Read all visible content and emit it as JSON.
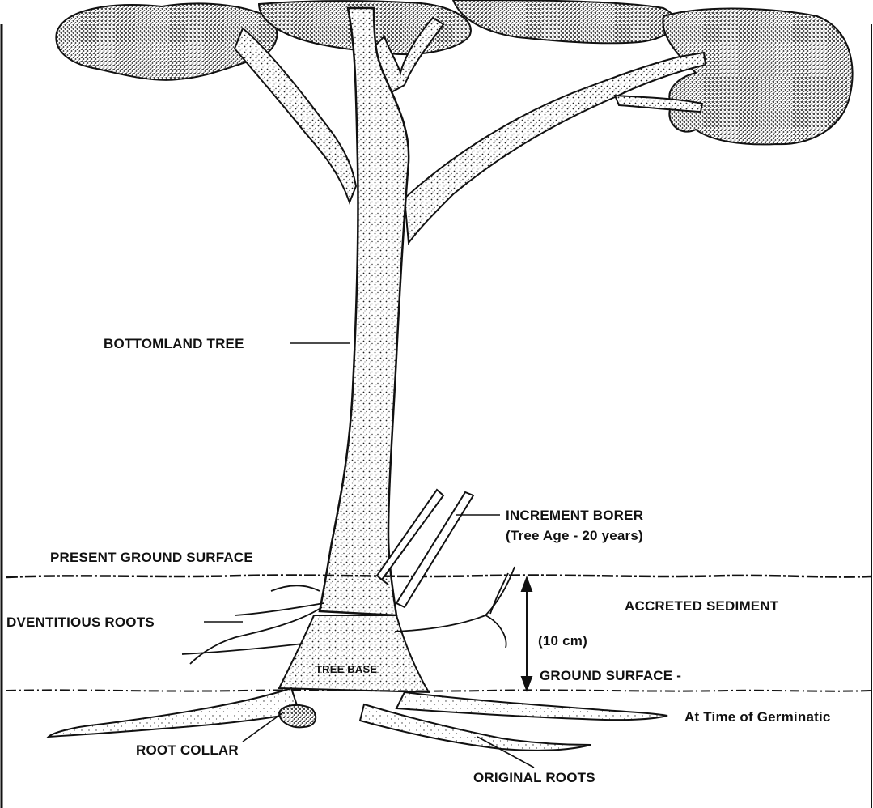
{
  "diagram": {
    "labels": {
      "bottomland_tree": "BOTTOMLAND TREE",
      "increment_borer": "INCREMENT BORER",
      "tree_age": "(Tree Age - 20 years)",
      "present_ground_surface": "PRESENT GROUND SURFACE",
      "adventitious_roots": "DVENTITIOUS ROOTS",
      "accreted_sediment": "ACCRETED SEDIMENT",
      "sediment_depth": "(10 cm)",
      "ground_surface": "GROUND SURFACE -",
      "at_time_of_germination": "At Time of Germinatic",
      "tree_base": "TREE BASE",
      "root_collar": "ROOT COLLAR",
      "original_roots": "ORIGINAL ROOTS"
    },
    "colors": {
      "ink": "#111111",
      "paper": "#ffffff"
    }
  }
}
